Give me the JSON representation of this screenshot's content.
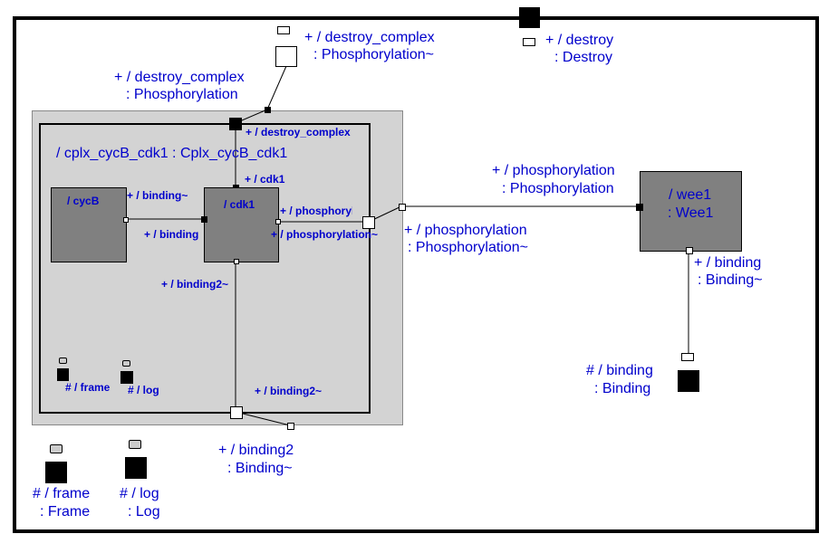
{
  "top_ports": {
    "destroy_complex_outer": {
      "name": "+ / destroy_complex",
      "type": ": Phosphorylation~"
    },
    "destroy_complex_left": {
      "name": "+ / destroy_complex",
      "type": ": Phosphorylation"
    },
    "destroy": {
      "name": "+ / destroy",
      "type": ": Destroy"
    }
  },
  "capsule": {
    "title": "/ cplx_cycB_cdk1 : Cplx_cycB_cdk1",
    "destroy_complex_label": "+ / destroy_complex",
    "cdk1_port_label": "+ / cdk1",
    "cycB": {
      "label": "/ cycB",
      "binding_label": "+ / binding~"
    },
    "cdk1": {
      "label": "/ cdk1",
      "binding_label": "+ / binding",
      "phos_label": "+ / phosphorylation",
      "phos_label2": "+ / phosphorylation~",
      "binding2_label": "+ / binding2~"
    },
    "frame_label": "# / frame",
    "log_label": "# / log",
    "binding2_bottom_label": "+ / binding2~"
  },
  "relay": {
    "phos_top": {
      "name": "+ / phosphorylation",
      "type": ": Phosphorylation"
    },
    "phos_bottom": {
      "name": "+ / phosphorylation",
      "type": ": Phosphorylation~"
    },
    "binding2": {
      "name": "+ / binding2",
      "type": ": Binding~"
    }
  },
  "wee1": {
    "name": "/ wee1",
    "type": ": Wee1",
    "binding_port": {
      "name": "+ / binding",
      "type": ": Binding~"
    },
    "binding_end": {
      "name": "# / binding",
      "type": ": Binding"
    }
  },
  "outer_frame": {
    "name": "# / frame",
    "type": ": Frame"
  },
  "outer_log": {
    "name": "# / log",
    "type": ": Log"
  }
}
